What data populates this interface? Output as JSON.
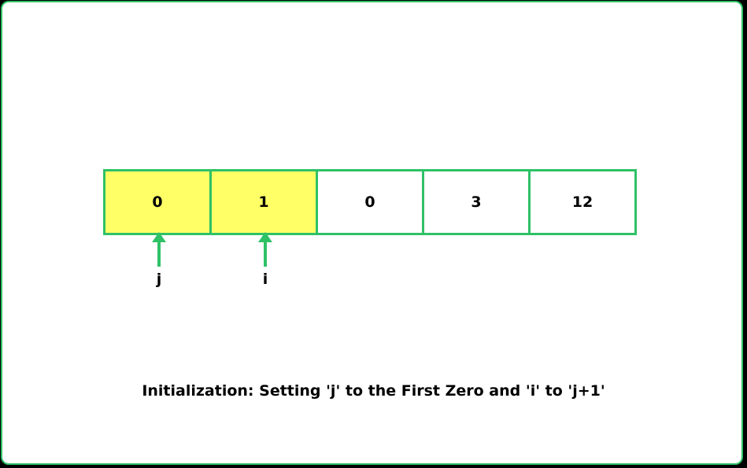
{
  "array": {
    "cells": [
      {
        "value": "0",
        "highlighted": true
      },
      {
        "value": "1",
        "highlighted": true
      },
      {
        "value": "0",
        "highlighted": false
      },
      {
        "value": "3",
        "highlighted": false
      },
      {
        "value": "12",
        "highlighted": false
      }
    ]
  },
  "pointers": {
    "j": {
      "label": "j",
      "index": 0
    },
    "i": {
      "label": "i",
      "index": 1
    }
  },
  "caption": "Initialization: Setting 'j' to the First Zero and 'i' to 'j+1'",
  "colors": {
    "border": "#2fc166",
    "highlight": "#ffff66",
    "background": "#ffffff",
    "outer": "#000000"
  }
}
